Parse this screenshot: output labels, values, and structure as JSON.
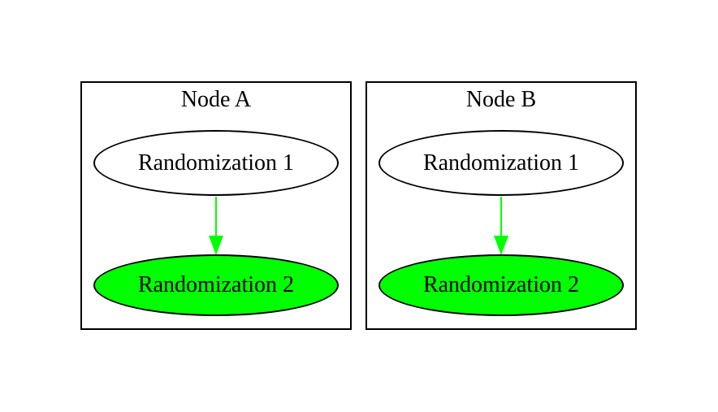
{
  "colors": {
    "background": "#ffffff",
    "border": "#000000",
    "text": "#000000",
    "node_default_fill": "#ffffff",
    "node_highlight_fill": "#00ff00",
    "edge": "#00ff00"
  },
  "panels": [
    {
      "title": "Node A",
      "nodes": [
        {
          "label": "Randomization 1",
          "fill": "#ffffff"
        },
        {
          "label": "Randomization 2",
          "fill": "#00ff00"
        }
      ],
      "edges": [
        {
          "from": "Randomization 1",
          "to": "Randomization 2",
          "color": "#00ff00"
        }
      ]
    },
    {
      "title": "Node B",
      "nodes": [
        {
          "label": "Randomization 1",
          "fill": "#ffffff"
        },
        {
          "label": "Randomization 2",
          "fill": "#00ff00"
        }
      ],
      "edges": [
        {
          "from": "Randomization 1",
          "to": "Randomization 2",
          "color": "#00ff00"
        }
      ]
    }
  ]
}
